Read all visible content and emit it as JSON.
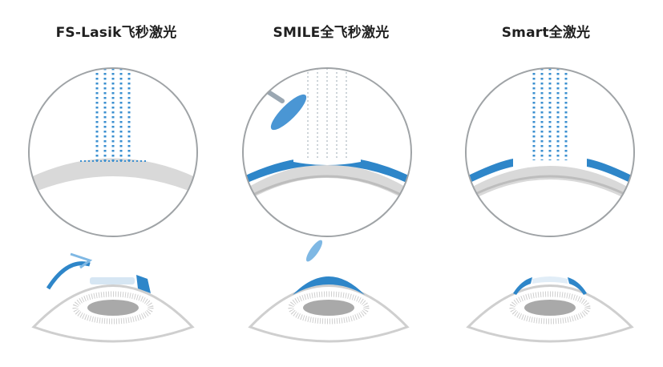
{
  "panels": [
    {
      "title": "FS-Lasik飞秒激光"
    },
    {
      "title": "SMILE全飞秒激光"
    },
    {
      "title": "Smart全激光"
    }
  ],
  "colors": {
    "blue": "#2e86c9",
    "light_blue": "#7fb8e4",
    "gray_cornea": "#d9d9d9",
    "gray_line": "#bdbdbd",
    "circle_border": "#9fa3a6",
    "iris": "#cfcfcf",
    "pupil": "#a9a9a9"
  }
}
